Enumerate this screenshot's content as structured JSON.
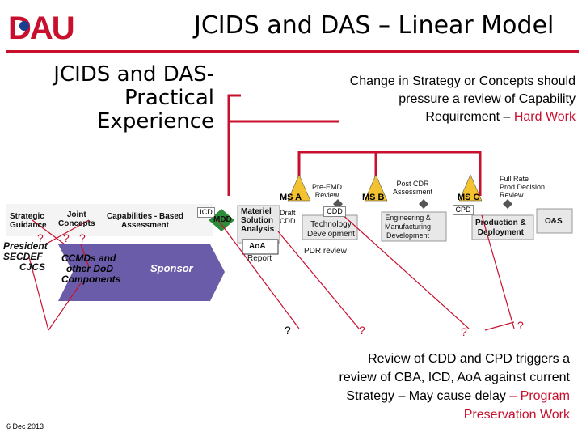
{
  "logo_text": "DAU",
  "title": "JCIDS and  DAS – Linear Model",
  "subtitle": [
    "JCIDS and DAS-",
    "Practical",
    "Experience"
  ],
  "strategy_note": {
    "text": "Change in Strategy or Concepts should pressure a review of Capability Requirement –",
    "highlight": "Hard Work"
  },
  "left_process": {
    "strategic_guidance": [
      "Strategic",
      "Guidance"
    ],
    "joint_concepts": [
      "Joint",
      "Concepts"
    ],
    "capabilities_based_assessment": [
      "Capabilities - Based",
      "Assessment"
    ],
    "icd": "ICD",
    "mdd": "MDD"
  },
  "actors": {
    "president": "President",
    "secdef": "SECDEF",
    "cjcs": "CJCS",
    "ccmds": "CCMDs and",
    "other_dod": "other DoD",
    "components": "Components",
    "sponsor": "Sponsor",
    "question_marks": [
      "?",
      "?",
      "?"
    ]
  },
  "milestones": {
    "msa": "MS A",
    "msb": "MS B",
    "msc": "MS C"
  },
  "phases": {
    "materiel_solution_analysis": [
      "Materiel",
      "Solution",
      "Analysis"
    ],
    "draft_cdd": [
      "Draft",
      "CDD"
    ],
    "aoa": "AoA",
    "aoa_report": "Report",
    "pre_emd_review": [
      "Pre-EMD",
      "Review"
    ],
    "cdd": "CDD",
    "technology_development": [
      "Technology",
      "Development"
    ],
    "pdr_review": "PDR review",
    "post_cdr_assessment": [
      "Post CDR",
      "Assessment"
    ],
    "emd": [
      "Engineering &",
      "Manufacturing",
      "Development"
    ],
    "cpd": "CPD",
    "full_rate_review": [
      "Full Rate",
      "Prod Decision",
      "Review"
    ],
    "production_deployment": [
      "Production &",
      "Deployment"
    ],
    "os": "O&S"
  },
  "bottom_question_marks": [
    "?",
    "?",
    "?",
    "?"
  ],
  "review_note": {
    "text": "Review of  CDD and CPD triggers a review of  CBA, ICD, AoA against current Strategy – May cause delay",
    "highlight": "– Program Preservation Work"
  },
  "date": "6 Dec 2013",
  "colors": {
    "brand_red": "#c8102e",
    "brand_blue": "#1a3f8f",
    "sponsor_purple": "#5a4a9e",
    "milestone_green": "#2e8b3a",
    "milestone_yellow": "#f2c230"
  }
}
